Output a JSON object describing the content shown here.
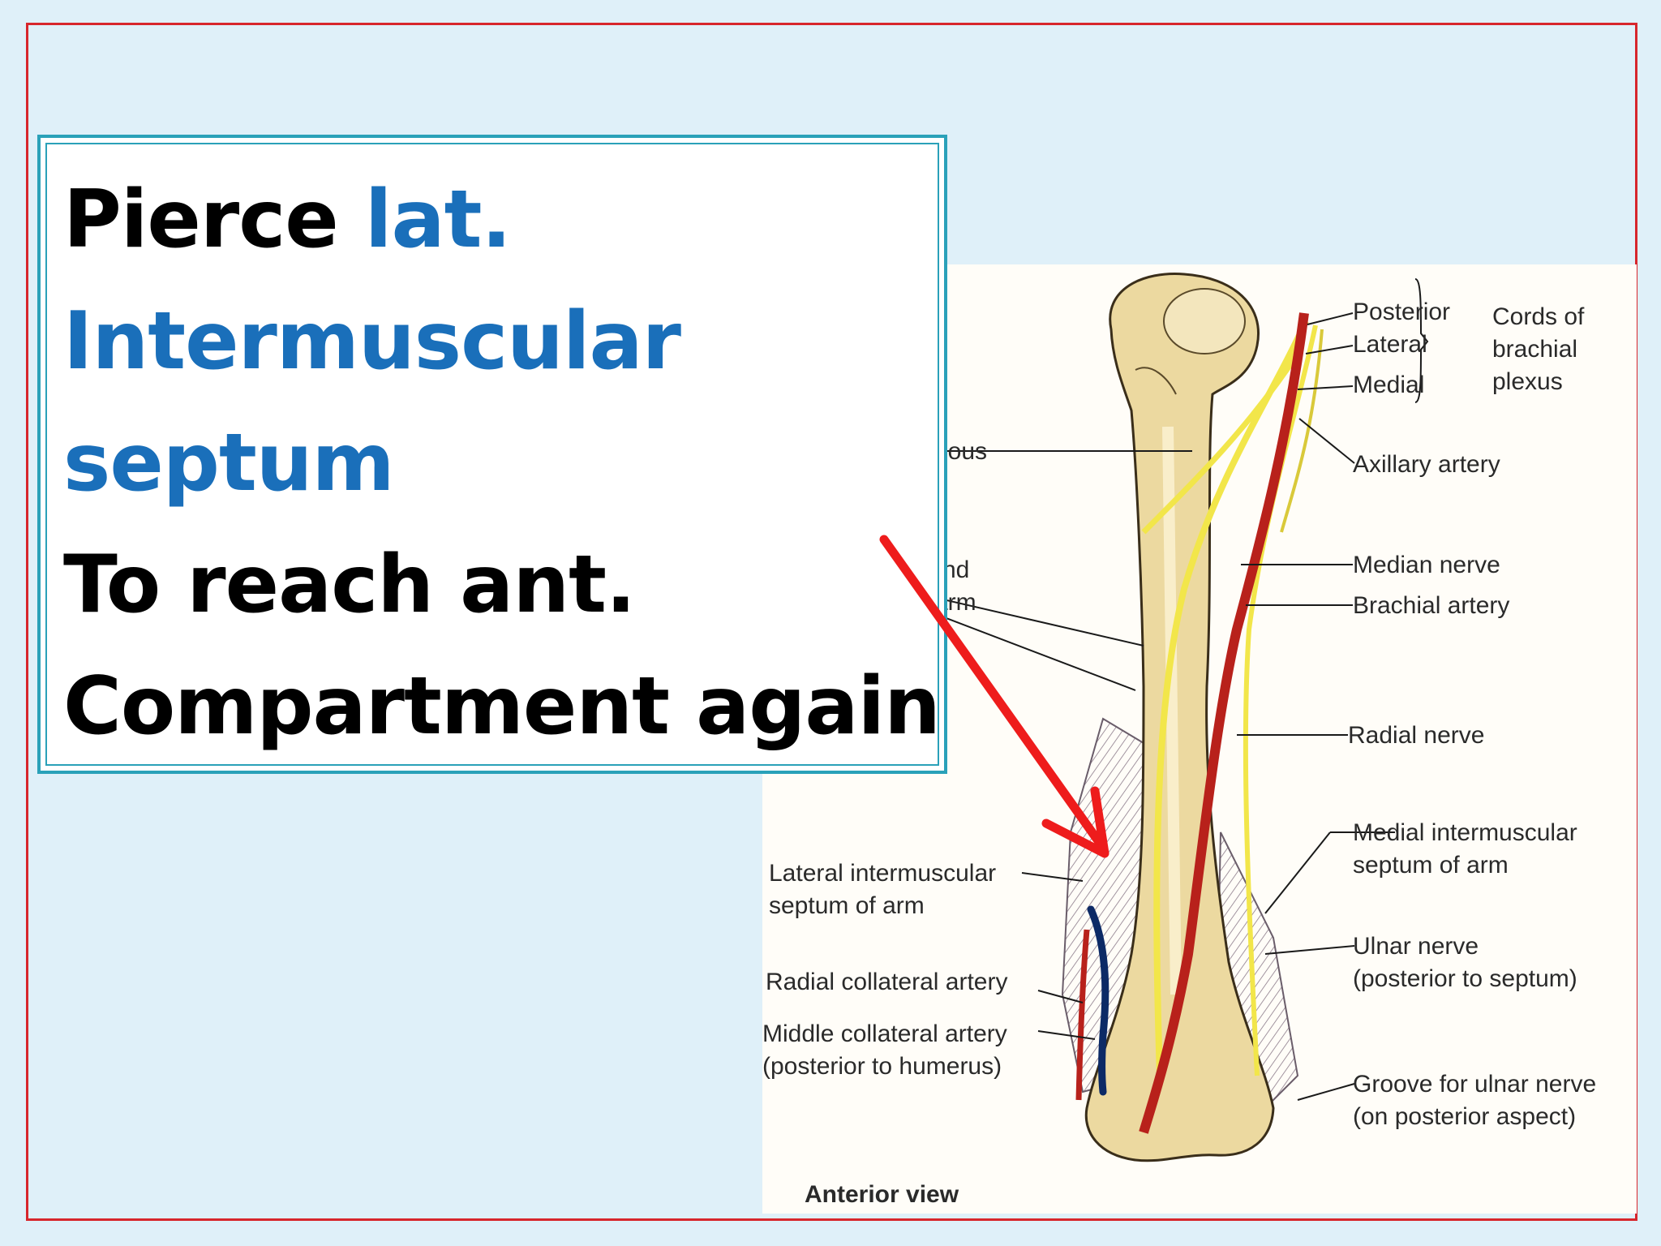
{
  "text_box": {
    "line1_a": "Pierce",
    "line1_b": "lat.",
    "line2": "Intermuscular",
    "line3": "septum",
    "line4": "To reach ant.",
    "line5": "Compartment again"
  },
  "figure": {
    "labels": {
      "posterior": "Posterior",
      "lateral": "Lateral",
      "medial": "Medial",
      "cords_1": "Cords of",
      "cords_2": "brachial",
      "cords_3": "plexus",
      "axillary": "Axillary artery",
      "median_nerve": "Median nerve",
      "brachial_artery": "Brachial artery",
      "radial_nerve": "Radial nerve",
      "medial_septum_1": "Medial intermuscular",
      "medial_septum_2": "septum of arm",
      "ulnar_1": "Ulnar nerve",
      "ulnar_2": "(posterior to septum)",
      "groove_1": "Groove for ulnar nerve",
      "groove_2": "(on posterior aspect)",
      "partial_1": "eous",
      "partial_2": "nd",
      "partial_3": "arm",
      "lateral_septum_1": "Lateral intermuscular",
      "lateral_septum_2": "septum of arm",
      "radial_collateral": "Radial collateral artery",
      "middle_collateral_1": "Middle collateral artery",
      "middle_collateral_2": "(posterior to humerus)",
      "view": "Anterior view"
    }
  },
  "colors": {
    "border": "#d7262c",
    "box_border": "#2aa1b9",
    "blue_text": "#1a6fba",
    "arrow": "#ee1c1c",
    "septum_mark": "#0c2a66",
    "bone": "#ecd9a0",
    "artery": "#b8211b",
    "nerve": "#f2e64a"
  }
}
